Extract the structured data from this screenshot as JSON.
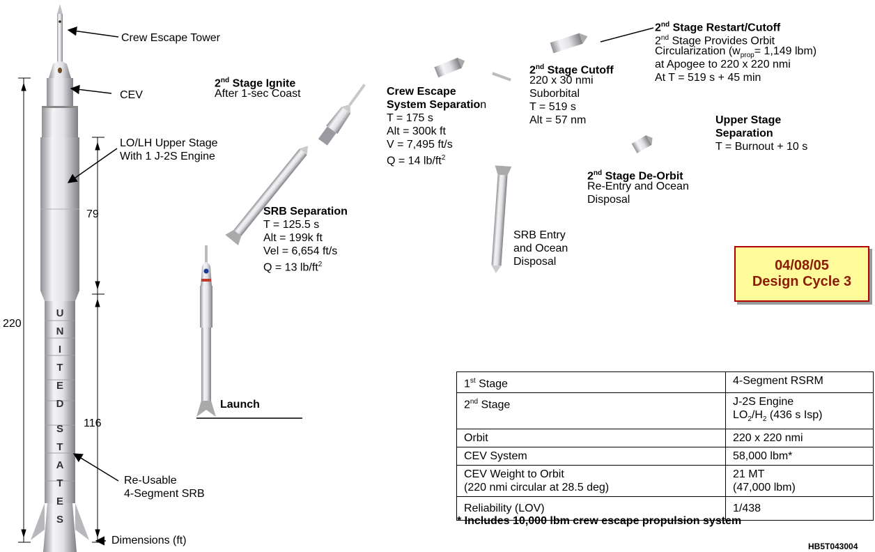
{
  "labels": {
    "crew_escape_tower": "Crew Escape Tower",
    "cev": "CEV",
    "upper_stage": [
      "LO/LH Upper Stage",
      "With 1 J-2S Engine"
    ],
    "srb": [
      "Re-Usable",
      "4-Segment SRB"
    ],
    "dimensions": "Dimensions (ft)",
    "dim_total": "220",
    "dim_upper": "79",
    "dim_lower": "116",
    "launch": "Launch",
    "srb_letters": [
      "U",
      "N",
      "I",
      "T",
      "E",
      "D",
      "S",
      "T",
      "A",
      "T",
      "E",
      "S"
    ]
  },
  "events": {
    "stage2_ignite": {
      "sup": "nd",
      "num": "2",
      "title": " Stage Ignite",
      "lines": [
        "After 1-sec Coast"
      ]
    },
    "srb_sep": {
      "title": "SRB Separation",
      "lines": [
        "T = 125.5 s",
        "Alt = 199k ft",
        "Vel = 6,654 ft/s",
        "Q = 13 lb/ft"
      ],
      "sup": "2"
    },
    "ces_sep": {
      "title1": "Crew Escape",
      "title2": "System Separatio",
      "title2_tail": "n",
      "lines": [
        "T = 175 s",
        "Alt = 300k ft",
        "V = 7,495 ft/s",
        "Q = 14 lb/ft"
      ],
      "sup": "2"
    },
    "stage2_cutoff": {
      "num": "2",
      "sup": "nd",
      "title": " Stage Cutoff",
      "lines": [
        "220 x 30 nmi",
        "Suborbital",
        "T = 519 s",
        "Alt = 57 nm"
      ]
    },
    "stage2_restart": {
      "num": "2",
      "sup": "nd",
      "title": " Stage Restart/Cutoff",
      "line1_pre": "",
      "line1": " Stage Provides Orbit",
      "line2_pre": "Circularization (w",
      "line2_sub": "prop",
      "line2_post": "= 1,149 lbm)",
      "lines": [
        "at Apogee to 220 x 220 nmi",
        "At T = 519 s + 45 min"
      ]
    },
    "upper_sep": {
      "title": [
        "Upper Stage",
        "Separation"
      ],
      "lines": [
        "T = Burnout + 10 s"
      ]
    },
    "stage2_deorbit": {
      "num": "2",
      "sup": "nd",
      "title": " Stage De-Orbit",
      "lines": [
        "Re-Entry and Ocean",
        "Disposal"
      ]
    },
    "srb_entry": {
      "lines": [
        "SRB Entry",
        "and Ocean",
        "Disposal"
      ]
    }
  },
  "design_cycle": {
    "date": "04/08/05",
    "label": "Design Cycle 3"
  },
  "table": {
    "rows": [
      {
        "c1_num": "1",
        "c1_sup": "st",
        "c1": " Stage",
        "c2": [
          "4-Segment RSRM"
        ]
      },
      {
        "c1_num": "2",
        "c1_sup": "nd",
        "c1": " Stage",
        "c2": [
          "J-2S Engine"
        ],
        "c2_formula": {
          "pre": "LO",
          "sub1": "2",
          "mid": "/H",
          "sub2": "2",
          "post": " (436 s Isp)"
        }
      },
      {
        "c1": "Orbit",
        "c2": [
          "220 x 220 nmi"
        ]
      },
      {
        "c1": "CEV System",
        "c2": [
          "58,000 lbm*"
        ]
      },
      {
        "c1_lines": [
          "CEV Weight to Orbit",
          "(220 nmi circular at 28.5 deg)"
        ],
        "c2": [
          "21 MT",
          "(47,000 lbm)"
        ]
      },
      {
        "c1": "Reliability (LOV)",
        "c2": [
          "1/438"
        ]
      }
    ]
  },
  "footnote": "* Includes 10,000 lbm crew escape propulsion system",
  "code": "HB5T043004",
  "colors": {
    "design_box_bg": "#fffa9a",
    "design_box_border": "#b00000",
    "design_text": "#8a1a00",
    "rocket_body": "#e8e8ea",
    "rocket_shade": "#9a9aa0"
  }
}
